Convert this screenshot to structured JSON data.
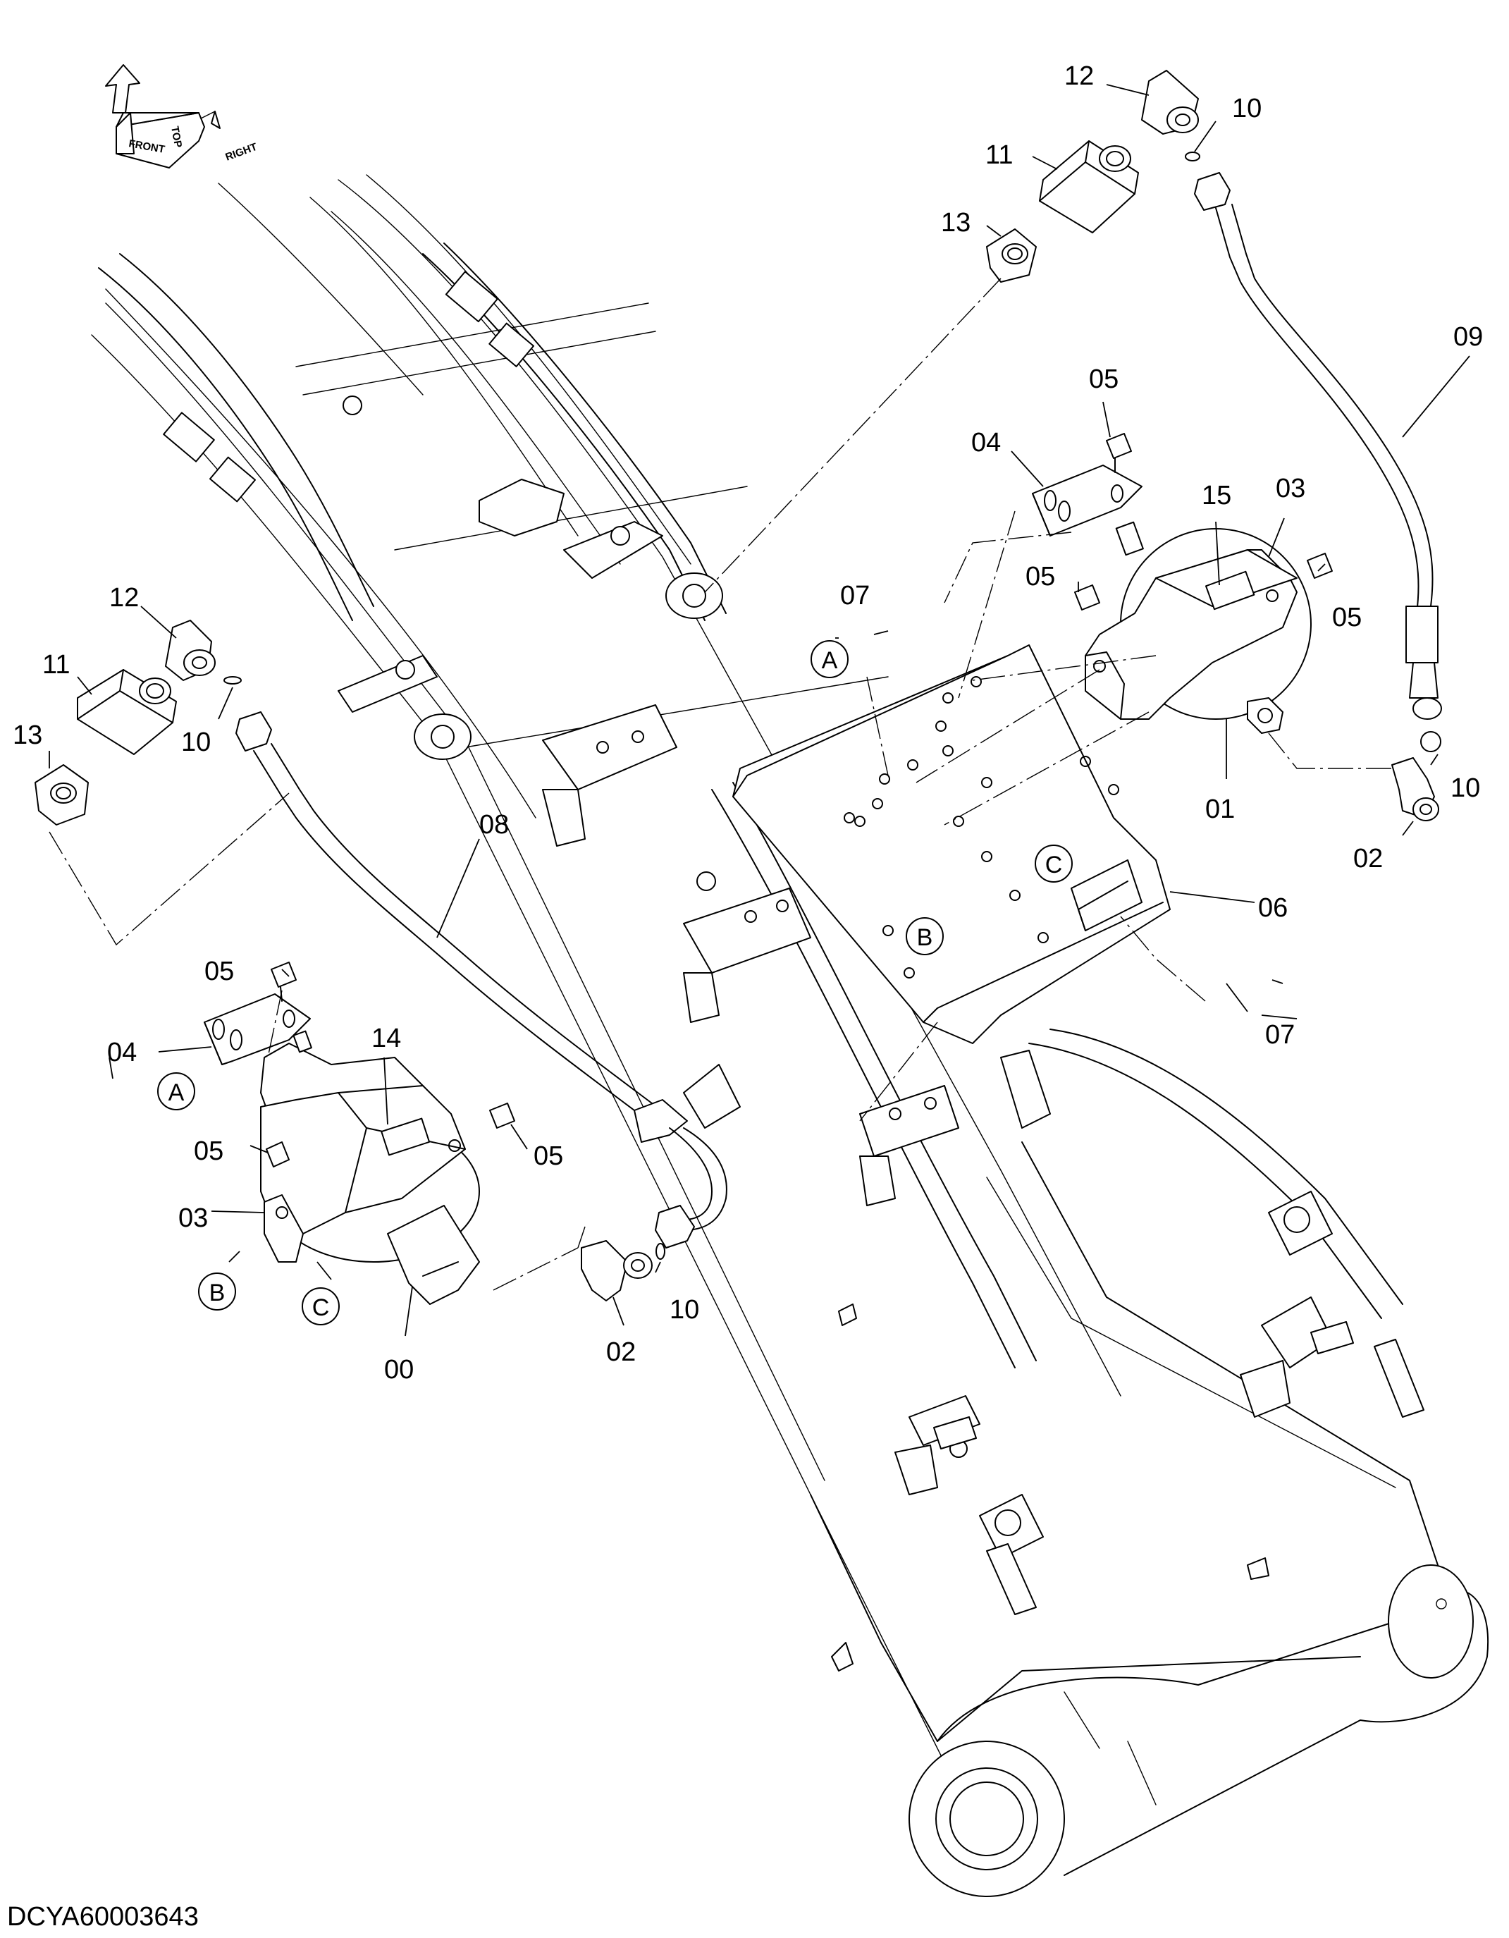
{
  "drawing": {
    "code": "DCYA60003643",
    "orientation": {
      "front": "FRONT",
      "top": "TOP",
      "right": "RIGHT"
    },
    "callouts": [
      {
        "id": "c-12-top",
        "label": "12"
      },
      {
        "id": "c-10-top",
        "label": "10"
      },
      {
        "id": "c-11-top",
        "label": "11"
      },
      {
        "id": "c-13-top",
        "label": "13"
      },
      {
        "id": "c-09",
        "label": "09"
      },
      {
        "id": "c-05-a",
        "label": "05"
      },
      {
        "id": "c-04-right",
        "label": "04"
      },
      {
        "id": "c-15",
        "label": "15"
      },
      {
        "id": "c-03-right",
        "label": "03"
      },
      {
        "id": "c-07-top",
        "label": "07"
      },
      {
        "id": "c-05-b",
        "label": "05"
      },
      {
        "id": "c-05-c",
        "label": "05"
      },
      {
        "id": "c-12-left",
        "label": "12"
      },
      {
        "id": "c-11-left",
        "label": "11"
      },
      {
        "id": "c-13-left",
        "label": "13"
      },
      {
        "id": "c-10-left",
        "label": "10"
      },
      {
        "id": "c-10-right",
        "label": "10"
      },
      {
        "id": "c-01",
        "label": "01"
      },
      {
        "id": "c-02-right",
        "label": "02"
      },
      {
        "id": "c-08",
        "label": "08"
      },
      {
        "id": "c-06",
        "label": "06"
      },
      {
        "id": "c-05-d",
        "label": "05"
      },
      {
        "id": "c-07-bottom",
        "label": "07"
      },
      {
        "id": "c-04-left",
        "label": "04"
      },
      {
        "id": "c-14",
        "label": "14"
      },
      {
        "id": "c-05-e",
        "label": "05"
      },
      {
        "id": "c-05-f",
        "label": "05"
      },
      {
        "id": "c-03-left",
        "label": "03"
      },
      {
        "id": "c-10-bottom",
        "label": "10"
      },
      {
        "id": "c-02-bottom",
        "label": "02"
      },
      {
        "id": "c-00",
        "label": "00"
      }
    ],
    "refs": [
      {
        "id": "ref-a-plate",
        "label": "A"
      },
      {
        "id": "ref-b-plate",
        "label": "B"
      },
      {
        "id": "ref-c-plate",
        "label": "C"
      },
      {
        "id": "ref-a-left",
        "label": "A"
      },
      {
        "id": "ref-b-left",
        "label": "B"
      },
      {
        "id": "ref-c-left",
        "label": "C"
      }
    ]
  }
}
